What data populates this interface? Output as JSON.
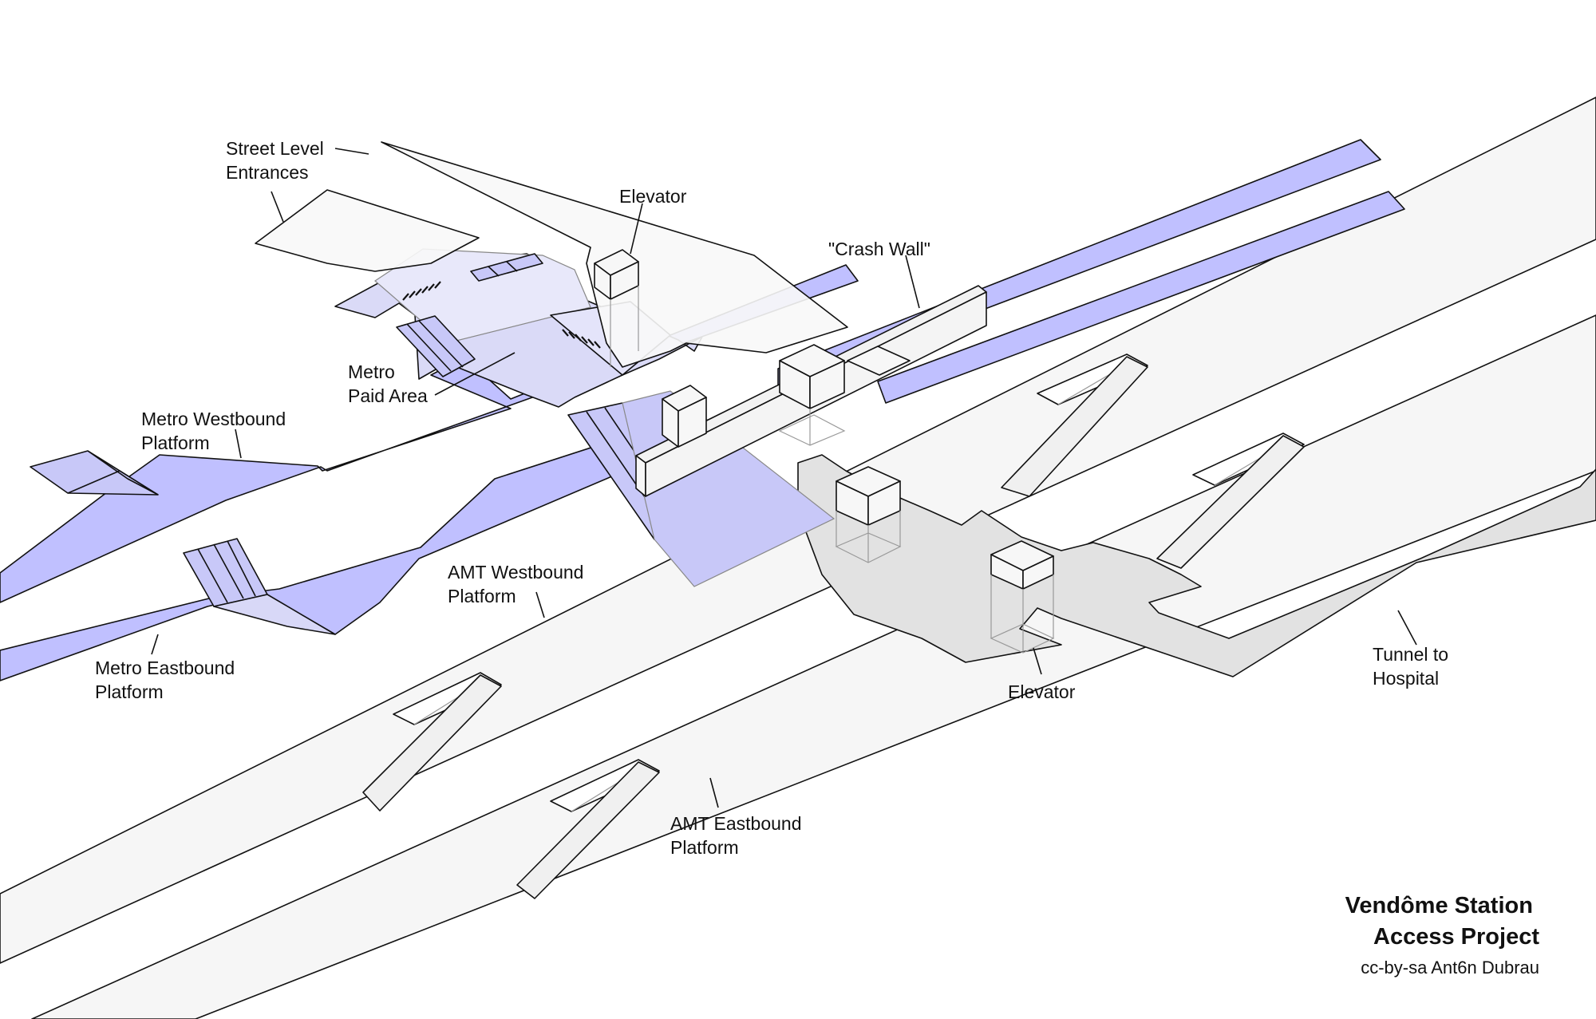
{
  "labels": {
    "street_level_entrances": [
      "Street Level",
      "Entrances"
    ],
    "elevator_top": "Elevator",
    "crash_wall": "\"Crash Wall\"",
    "metro_paid_area": [
      "Metro",
      "Paid Area"
    ],
    "metro_westbound_platform": [
      "Metro Westbound",
      "Platform"
    ],
    "amt_westbound_platform": [
      "AMT Westbound",
      "Platform"
    ],
    "metro_eastbound_platform": [
      "Metro Eastbound",
      "Platform"
    ],
    "elevator_bottom": "Elevator",
    "tunnel_to_hospital": [
      "Tunnel to",
      "Hospital"
    ],
    "amt_eastbound_platform": [
      "AMT Eastbound",
      "Platform"
    ]
  },
  "title": [
    "Vendôme Station",
    "Access Project"
  ],
  "credit": "cc-by-sa Ant6n Dubrau",
  "colors": {
    "metro_fill": "#c0c0ff",
    "metro_light": "#dadaf7",
    "amt_fill": "#f5f5f5",
    "tunnel_fill": "#e2e2e2",
    "line": "#111111"
  }
}
